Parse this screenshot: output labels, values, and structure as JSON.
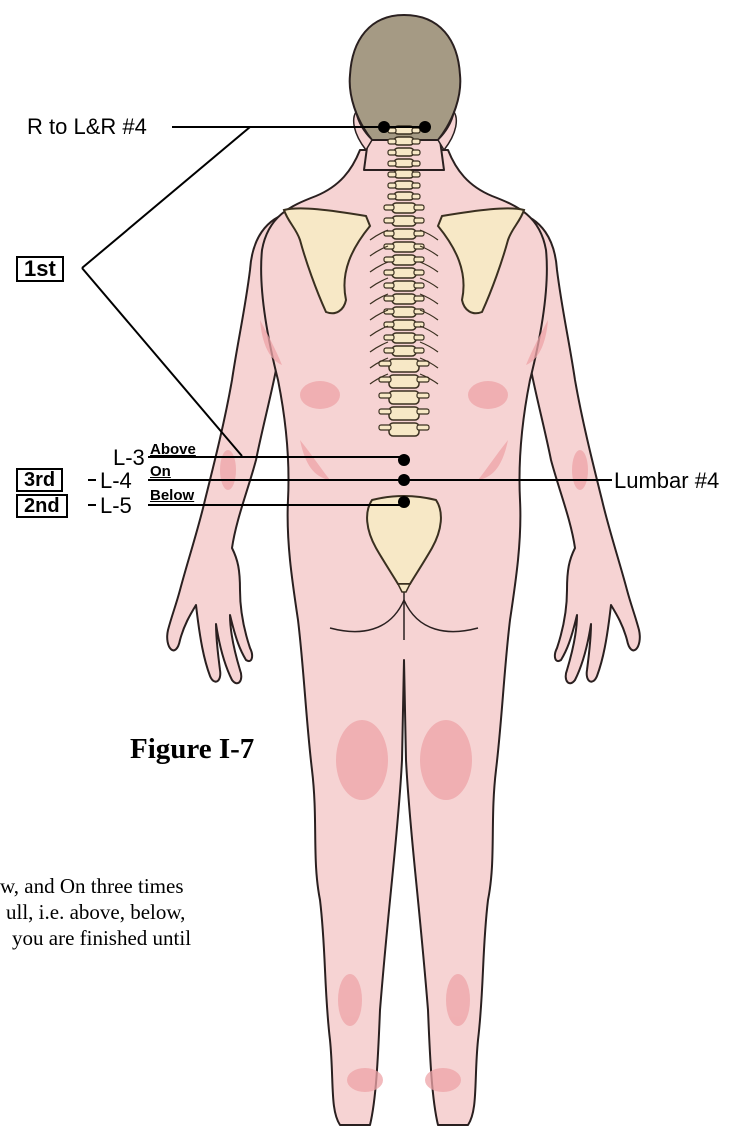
{
  "labels": {
    "top_callout": "R to L&R #4",
    "first": "1st",
    "third": "3rd",
    "second": "2nd",
    "l3": "L-3",
    "l4": "L-4",
    "l5": "L-5",
    "above": "Above",
    "on": "On",
    "below": "Below",
    "lumbar": "Lumbar #4"
  },
  "figure_title": "Figure I-7",
  "caption": {
    "line1": "w, and On three times",
    "line2": "ull, i.e. above, below,",
    "line3": "you are finished until"
  },
  "colors": {
    "skin": "#f6d3d3",
    "skin_shade": "#eea4a8",
    "hair": "#a59a84",
    "bone": "#f7e8c6",
    "bone_outline": "#3a3020",
    "line": "#000000"
  }
}
